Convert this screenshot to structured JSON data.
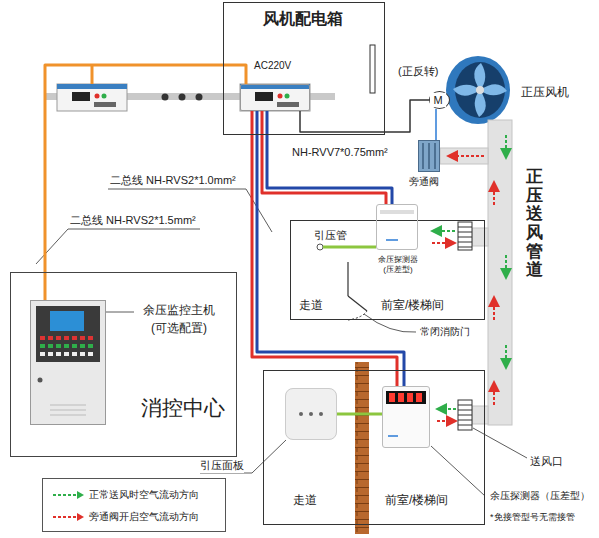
{
  "diagram": {
    "nodes": [
      {
        "text": [
          "风机配电箱"
        ]
      },
      {
        "text": [
          "AC220V"
        ],
        "in": 0
      },
      {
        "text": [
          "(正反转)",
          "M"
        ]
      },
      {
        "text": [
          "正压风机"
        ]
      },
      {
        "text": [
          "旁通阀"
        ]
      },
      {
        "text": [
          "走道",
          "前室/楼梯间"
        ]
      },
      {
        "text": [
          "余压探测器 (压差型)"
        ],
        "in": 5
      },
      {
        "text": [
          "消控中心"
        ]
      },
      {
        "text": [
          "余压监控主机 (可选配置)"
        ],
        "in": 7
      },
      {
        "text": [
          "走道",
          "前室/楼梯间"
        ]
      },
      {
        "text": [
          "引压面板"
        ],
        "in": 9
      },
      {
        "text": [
          "余压探测器（压差型）"
        ],
        "in": 9
      }
    ],
    "edges": [
      {
        "from": 1,
        "to": 8,
        "arrow": "none"
      },
      {
        "from": 1,
        "to": 2,
        "arrow": "none"
      },
      {
        "from": 2,
        "to": 4,
        "arrow": "none"
      },
      {
        "from": 1,
        "to": 6,
        "arrow": "none"
      },
      {
        "from": 1,
        "to": 6,
        "arrow": "none"
      },
      {
        "from": 1,
        "to": 11,
        "arrow": "none"
      },
      {
        "from": 1,
        "to": 11,
        "arrow": "none"
      },
      {
        "from": 10,
        "to": 11,
        "arrow": "none"
      }
    ],
    "labels": [
      "NH-RVV7*0.75mm²",
      "二总线 NH-RVS2*1.0mm²",
      "二总线 NH-RVS2*1.5mm²",
      "正压送风管道",
      "引压管",
      "常闭消防门",
      "送风口",
      "*免接管型号无需接管"
    ],
    "legend": [
      {
        "text": "正常送风时空气流动方向"
      },
      {
        "text": "旁通阀开启空气流动方向"
      }
    ]
  }
}
